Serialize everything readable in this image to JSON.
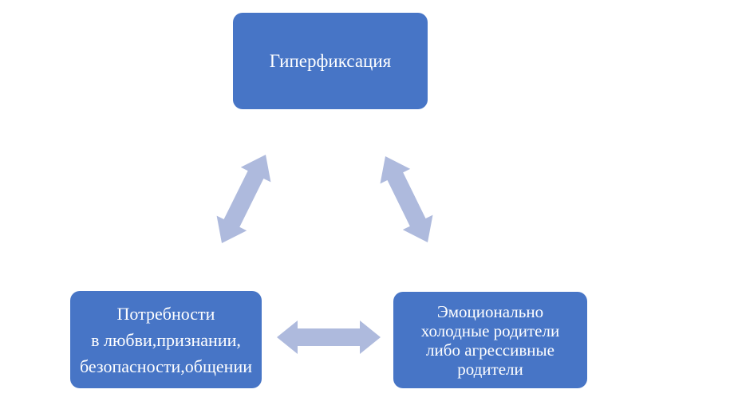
{
  "diagram": {
    "type": "cycle",
    "colors": {
      "background": "#ffffff",
      "node_fill": "#4775C6",
      "node_text": "#ffffff",
      "arrow_fill": "#AEBADD"
    },
    "nodes": {
      "top": {
        "label": "Гиперфиксация"
      },
      "bottom_left": {
        "lines": [
          "Потребности",
          "в любви,признании,",
          "безопасности,общении"
        ]
      },
      "bottom_right": {
        "lines": [
          "Эмоционально",
          "холодные родители",
          "либо агрессивные",
          "родители"
        ]
      }
    },
    "edges": [
      {
        "from": "top",
        "to": "bottom_left",
        "style": "double-headed"
      },
      {
        "from": "top",
        "to": "bottom_right",
        "style": "double-headed"
      },
      {
        "from": "bottom_left",
        "to": "bottom_right",
        "style": "double-headed"
      }
    ]
  }
}
